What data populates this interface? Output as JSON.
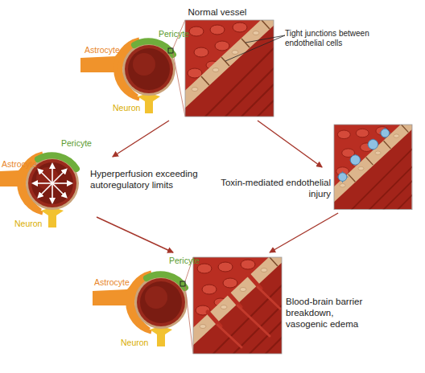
{
  "diagram": {
    "nodes": [
      {
        "text": [
          "Normal vessel"
        ]
      },
      {
        "text": [
          "Hyperperfusion exceeding autoregulatory limits"
        ]
      },
      {
        "text": [
          "Toxin-mediated endothelial injury"
        ]
      },
      {
        "text": [
          "Blood-brain barrier breakdown, vasogenic edema"
        ]
      }
    ],
    "edges": [
      {
        "from": 0,
        "to": 1,
        "arrow": "to"
      },
      {
        "from": 0,
        "to": 2,
        "arrow": "to"
      },
      {
        "from": 1,
        "to": 3,
        "arrow": "to"
      },
      {
        "from": 2,
        "to": 3,
        "arrow": "to"
      }
    ],
    "labels": [
      "Pericyte",
      "Astrocyte",
      "Neuron",
      "Tight junctions between endothelial cells",
      "Pericyte",
      "Astrocyte",
      "Neuron",
      "Pericyte",
      "Astrocyte",
      "Neuron"
    ]
  }
}
